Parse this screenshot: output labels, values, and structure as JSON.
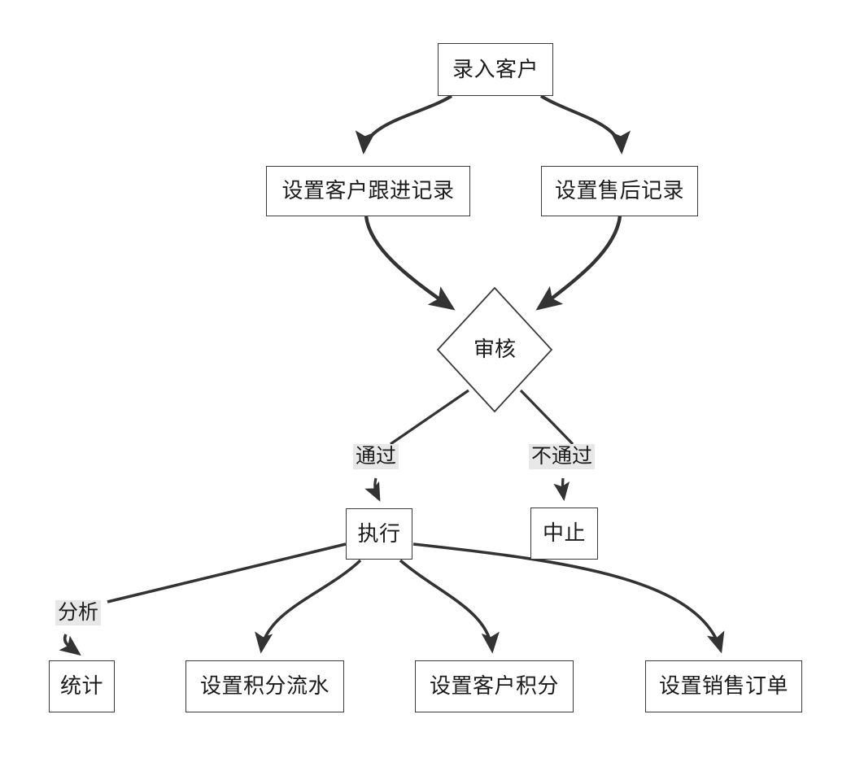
{
  "diagram": {
    "type": "flowchart",
    "title": "",
    "background_color": "#ffffff",
    "node_border_color": "#3a3a3a",
    "node_fill_color": "#ffffff",
    "edge_color": "#333333",
    "edge_label_background": "#e8e8e8",
    "text_color": "#1b1b1b",
    "nodes": [
      {
        "id": "n1",
        "label": "录入客户",
        "shape": "rectangle"
      },
      {
        "id": "n2",
        "label": "设置客户跟进记录",
        "shape": "rectangle"
      },
      {
        "id": "n3",
        "label": "设置售后记录",
        "shape": "rectangle"
      },
      {
        "id": "n4",
        "label": "审核",
        "shape": "diamond"
      },
      {
        "id": "n5",
        "label": "执行",
        "shape": "rectangle"
      },
      {
        "id": "n6",
        "label": "中止",
        "shape": "rectangle"
      },
      {
        "id": "n7",
        "label": "统计",
        "shape": "rectangle"
      },
      {
        "id": "n8",
        "label": "设置积分流水",
        "shape": "rectangle"
      },
      {
        "id": "n9",
        "label": "设置客户积分",
        "shape": "rectangle"
      },
      {
        "id": "n10",
        "label": "设置销售订单",
        "shape": "rectangle"
      }
    ],
    "edges": [
      {
        "from": "n1",
        "to": "n2",
        "label": ""
      },
      {
        "from": "n1",
        "to": "n3",
        "label": ""
      },
      {
        "from": "n2",
        "to": "n4",
        "label": ""
      },
      {
        "from": "n3",
        "to": "n4",
        "label": ""
      },
      {
        "from": "n4",
        "to": "n5",
        "label": "通过"
      },
      {
        "from": "n4",
        "to": "n6",
        "label": "不通过"
      },
      {
        "from": "n5",
        "to": "n7",
        "label": "分析"
      },
      {
        "from": "n5",
        "to": "n8",
        "label": ""
      },
      {
        "from": "n5",
        "to": "n9",
        "label": ""
      },
      {
        "from": "n5",
        "to": "n10",
        "label": ""
      }
    ],
    "edge_labels": {
      "pass": "通过",
      "fail": "不通过",
      "analyze": "分析"
    }
  }
}
